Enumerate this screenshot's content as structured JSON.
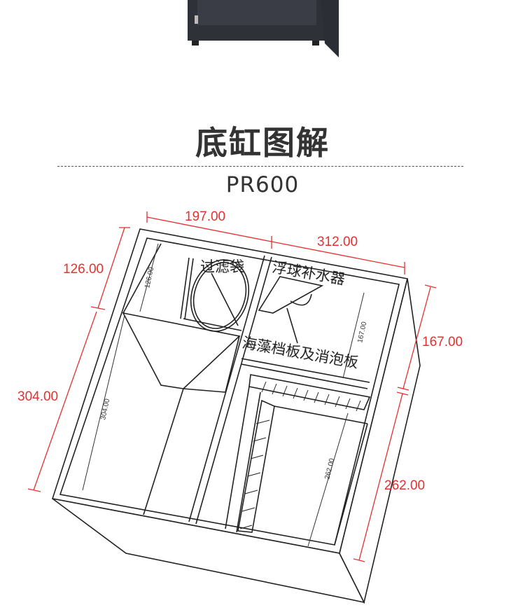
{
  "title": "底缸图解",
  "model": "PR600",
  "dimensions_outer": {
    "top_left": "197.00",
    "top_right": "312.00",
    "left_upper": "126.00",
    "left_lower": "304.00",
    "right_upper": "167.00",
    "right_lower": "262.00"
  },
  "dimensions_inner": {
    "a": "126.00",
    "b": "304.00",
    "c": "167.00",
    "d": "262.00"
  },
  "labels": {
    "filter_bag": "过滤袋",
    "float_valve": "浮球补水器",
    "baffle": "海藻档板及消泡板"
  },
  "colors": {
    "dimension": "#e53030",
    "cabinet": "#2e3138"
  }
}
